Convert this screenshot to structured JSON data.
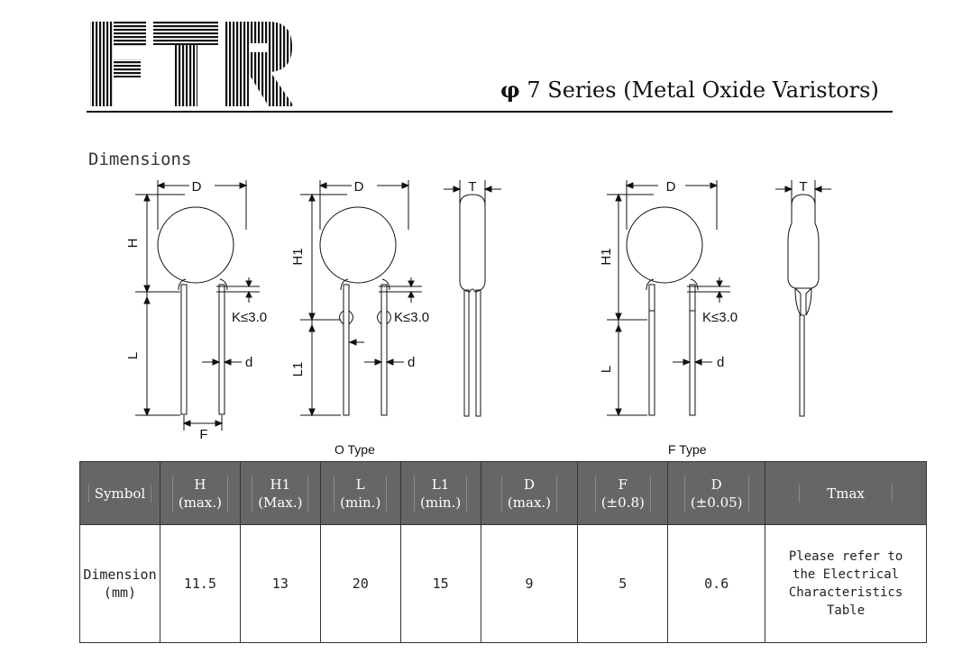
{
  "header": {
    "logo_text": "FTR",
    "phi": "φ",
    "title": "7 Series (Metal Oxide Varistors)"
  },
  "section_title": "Dimensions",
  "drawing_labels": {
    "D": "D",
    "H": "H",
    "H1": "H1",
    "L": "L",
    "L1": "L1",
    "T": "T",
    "F": "F",
    "d": "d",
    "K": "K≤3.0"
  },
  "type_labels": {
    "o_type": "O Type",
    "f_type": "F Type"
  },
  "table": {
    "headers": [
      {
        "name": "Symbol",
        "sub": ""
      },
      {
        "name": "H",
        "sub": "(max.)"
      },
      {
        "name": "H1",
        "sub": "(Max.)"
      },
      {
        "name": "L",
        "sub": "(min.)"
      },
      {
        "name": "L1",
        "sub": "(min.)"
      },
      {
        "name": "D",
        "sub": "(max.)"
      },
      {
        "name": "F",
        "sub": "(±0.8)"
      },
      {
        "name": "D",
        "sub": "(±0.05)"
      },
      {
        "name": "Tmax",
        "sub": ""
      }
    ],
    "row_label": "Dimension",
    "row_unit": "(mm)",
    "values": [
      "11.5",
      "13",
      "20",
      "15",
      "9",
      "5",
      "0.6"
    ],
    "tmax_lines": [
      "Please refer to",
      "the Electrical",
      "Characteristics",
      "Table"
    ]
  }
}
